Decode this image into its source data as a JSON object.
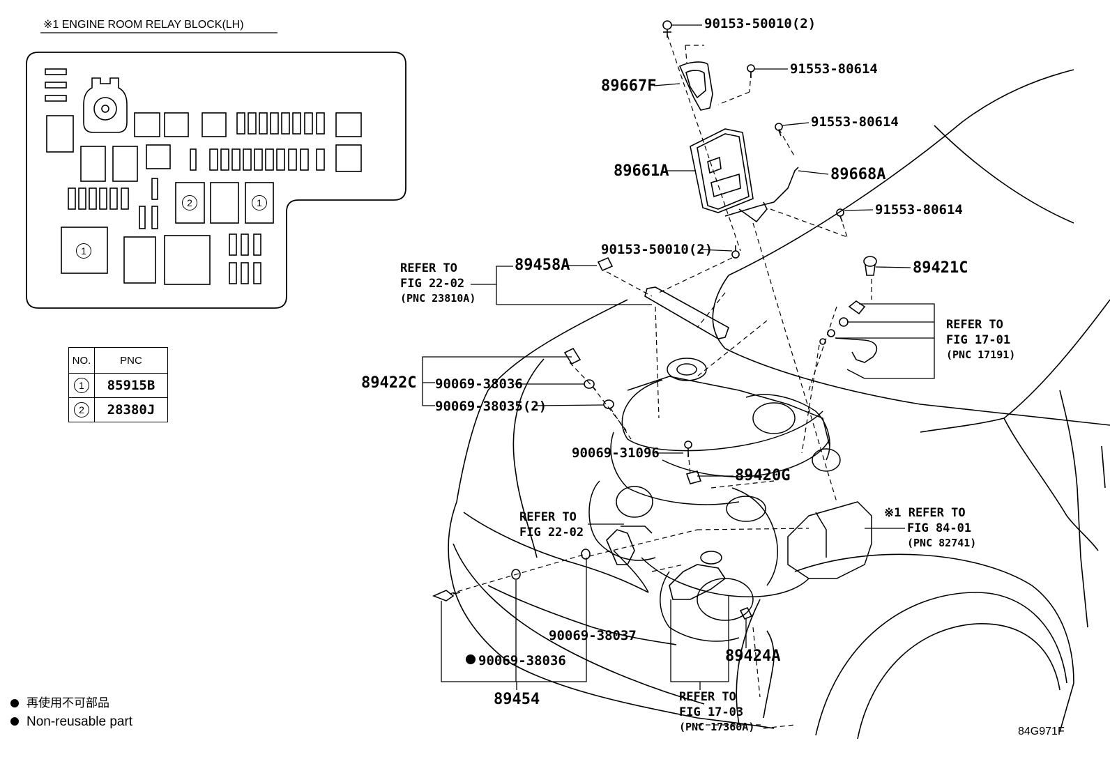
{
  "relay_block": {
    "title": "※1  ENGINE ROOM RELAY BLOCK(LH)",
    "marker_1": "1",
    "marker_2": "2"
  },
  "pnc_table": {
    "col_no": "NO.",
    "col_pnc": "PNC",
    "rows": [
      {
        "no": "1",
        "pnc": "85915B"
      },
      {
        "no": "2",
        "pnc": "28380J"
      }
    ]
  },
  "legend": {
    "jp": "再使用不可部品",
    "en": "Non-reusable part"
  },
  "parts": {
    "p_90153_top": "90153-50010(2)",
    "p_91553_a": "91553-80614",
    "p_89667F": "89667F",
    "p_91553_b": "91553-80614",
    "p_89661A": "89661A",
    "p_89668A": "89668A",
    "p_91553_c": "91553-80614",
    "p_90153_mid": "90153-50010(2)",
    "p_89458A": "89458A",
    "p_89421C": "89421C",
    "p_89422C": "89422C",
    "p_90069_38036_a": "90069-38036",
    "p_90069_38035": "90069-38035(2)",
    "p_90069_31096": "90069-31096",
    "p_89420G": "89420G",
    "p_90069_38037": "90069-38037",
    "p_90069_38036_b": "90069-38036",
    "p_89454": "89454",
    "p_89424A": "89424A"
  },
  "refs": {
    "ref_22_02_top": [
      "REFER TO",
      "FIG 22-02",
      "(PNC 23810A)"
    ],
    "ref_17_01": [
      "REFER TO",
      "FIG 17-01",
      "(PNC 17191)"
    ],
    "ref_22_02_mid": [
      "REFER TO",
      "FIG 22-02"
    ],
    "ref_84_01": [
      "※1 REFER TO",
      "FIG 84-01",
      "(PNC 82741)"
    ],
    "ref_17_03": [
      "REFER TO",
      "FIG 17-03",
      "(PNC 17360A)"
    ]
  },
  "figure_id": "84G971F"
}
